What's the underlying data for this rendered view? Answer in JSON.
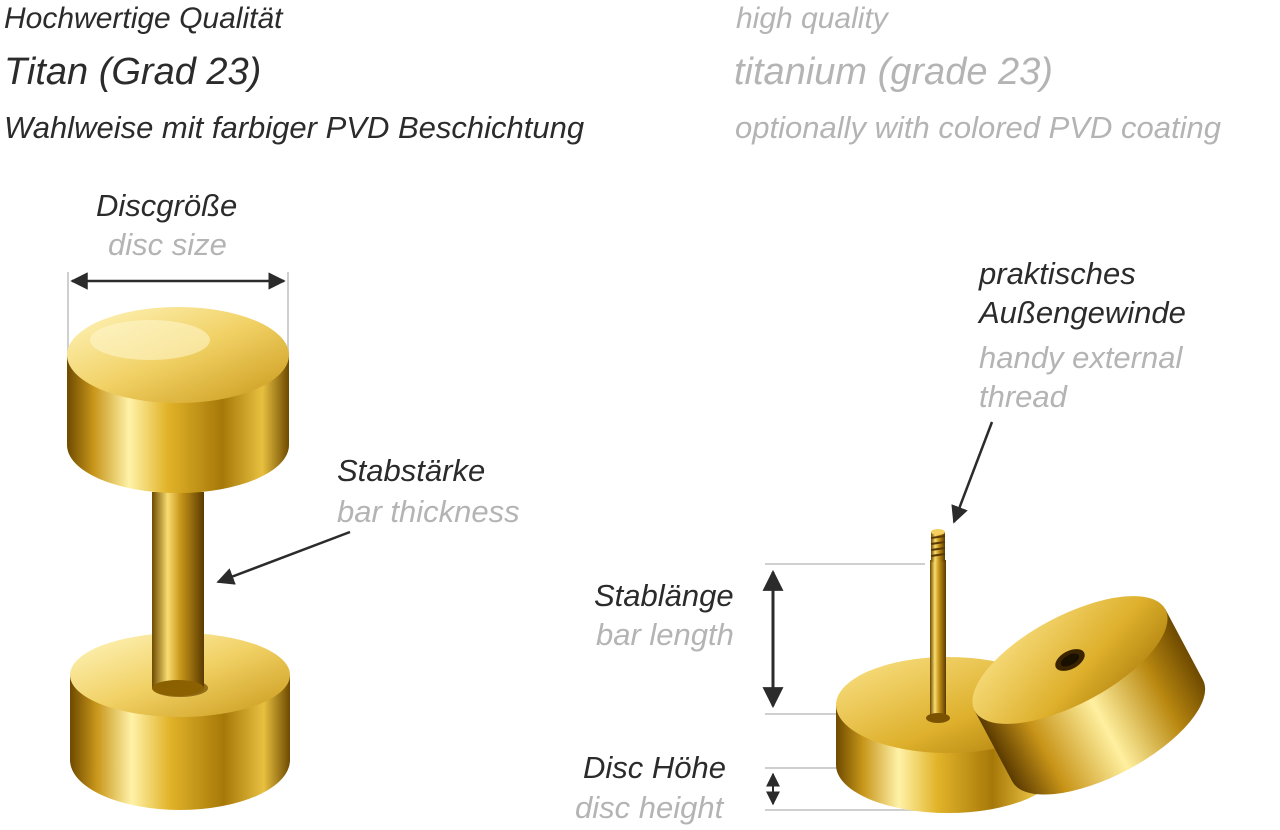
{
  "header": {
    "quality_de": "Hochwertige Qualität",
    "quality_en": "high quality",
    "material_de": "Titan (Grad 23)",
    "material_en": "titanium (grade 23)",
    "coating_de": "Wahlweise mit farbiger PVD Beschichtung",
    "coating_en": "optionally with colored PVD coating"
  },
  "labels": {
    "disc_size_de": "Discgröße",
    "disc_size_en": "disc size",
    "bar_thickness_de": "Stabstärke",
    "bar_thickness_en": "bar thickness",
    "thread_de_1": "praktisches",
    "thread_de_2": "Außengewinde",
    "thread_en_1": "handy external",
    "thread_en_2": "thread",
    "bar_length_de": "Stablänge",
    "bar_length_en": "bar length",
    "disc_height_de": "Disc Höhe",
    "disc_height_en": "disc height"
  },
  "colors": {
    "text_de": "#2b2b2b",
    "text_en": "#b4b4b4",
    "gold_light": "#fff0a0",
    "gold_mid": "#d9ad1e",
    "gold_dark": "#7a5200",
    "guide_line": "#cfcfcf"
  }
}
